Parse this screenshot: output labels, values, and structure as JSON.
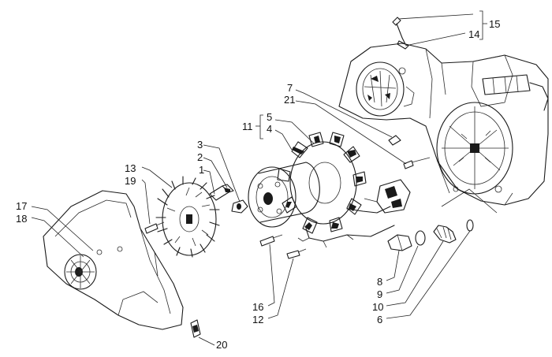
{
  "diagram": {
    "callouts": [
      {
        "id": "15",
        "text": "15"
      },
      {
        "id": "14",
        "text": "14"
      },
      {
        "id": "7",
        "text": "7"
      },
      {
        "id": "21",
        "text": "21"
      },
      {
        "id": "5",
        "text": "5"
      },
      {
        "id": "4",
        "text": "4"
      },
      {
        "id": "11",
        "text": "11"
      },
      {
        "id": "3",
        "text": "3"
      },
      {
        "id": "2",
        "text": "2"
      },
      {
        "id": "1",
        "text": "1"
      },
      {
        "id": "13",
        "text": "13"
      },
      {
        "id": "19",
        "text": "19"
      },
      {
        "id": "17",
        "text": "17"
      },
      {
        "id": "18",
        "text": "18"
      },
      {
        "id": "16",
        "text": "16"
      },
      {
        "id": "12",
        "text": "12"
      },
      {
        "id": "8",
        "text": "8"
      },
      {
        "id": "9",
        "text": "9"
      },
      {
        "id": "10",
        "text": "10"
      },
      {
        "id": "6",
        "text": "6"
      },
      {
        "id": "20",
        "text": "20"
      }
    ]
  }
}
